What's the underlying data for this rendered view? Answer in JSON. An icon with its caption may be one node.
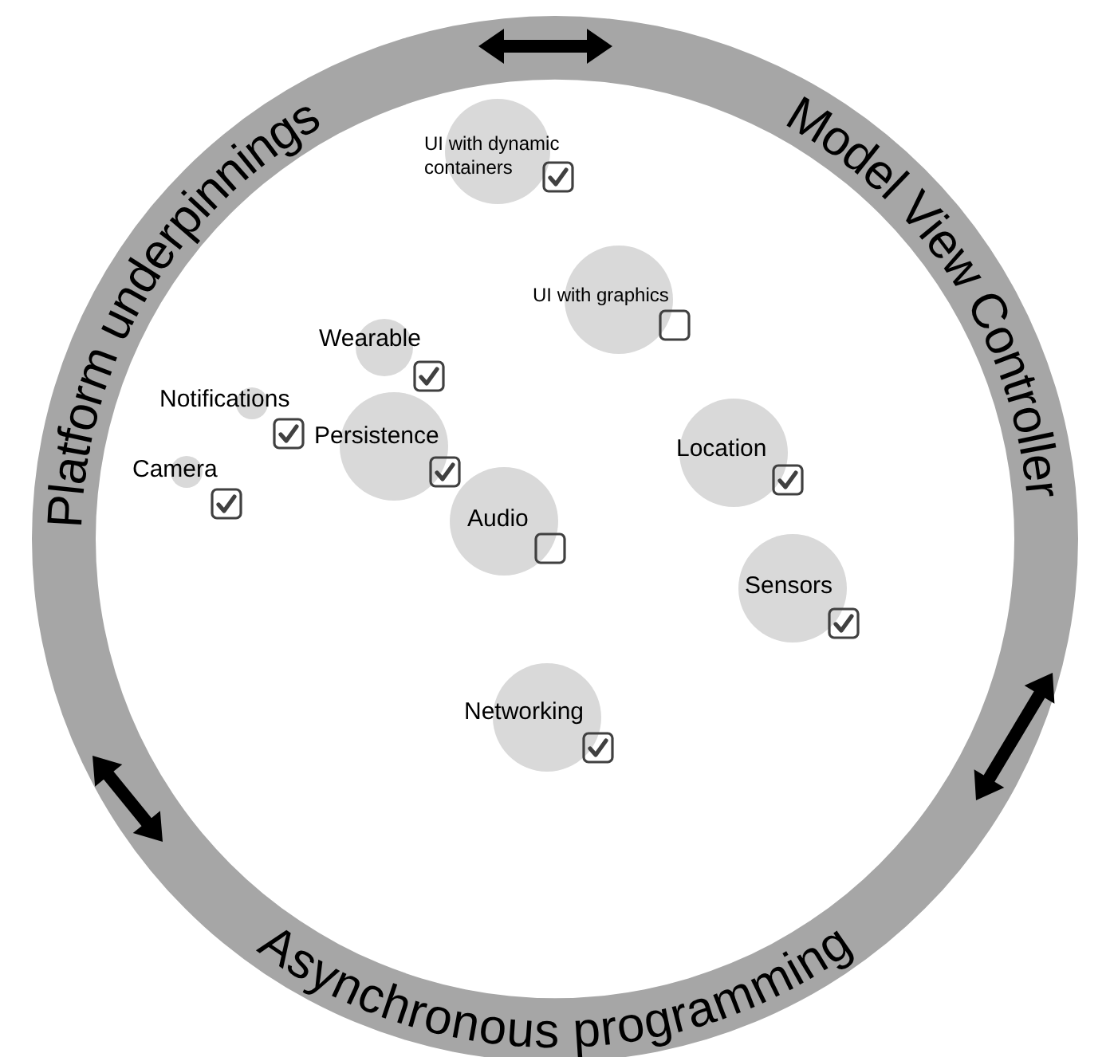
{
  "diagram": {
    "nodes": [
      {
        "text": [
          "UI with dynamic containers"
        ]
      },
      {
        "text": [],
        "shape": "checkbox"
      },
      {
        "text": [
          "UI with graphics"
        ]
      },
      {
        "text": [],
        "shape": "box"
      },
      {
        "text": [
          "Wearable"
        ]
      },
      {
        "text": [],
        "shape": "checkbox"
      },
      {
        "text": [
          "Notifications"
        ]
      },
      {
        "text": [],
        "shape": "checkbox"
      },
      {
        "text": [
          "Persistence"
        ]
      },
      {
        "text": [],
        "shape": "checkbox"
      },
      {
        "text": [
          "Camera"
        ]
      },
      {
        "text": [],
        "shape": "checkbox"
      },
      {
        "text": [
          "Audio"
        ]
      },
      {
        "text": [],
        "shape": "box"
      },
      {
        "text": [
          "Location"
        ]
      },
      {
        "text": [],
        "shape": "checkbox"
      },
      {
        "text": [
          "Sensors"
        ]
      },
      {
        "text": [],
        "shape": "checkbox"
      },
      {
        "text": [
          "Networking"
        ]
      },
      {
        "text": [],
        "shape": "checkbox"
      }
    ],
    "labels": [
      "Platform underpinnings",
      "Model View Controller",
      "Asynchronous programming"
    ]
  }
}
